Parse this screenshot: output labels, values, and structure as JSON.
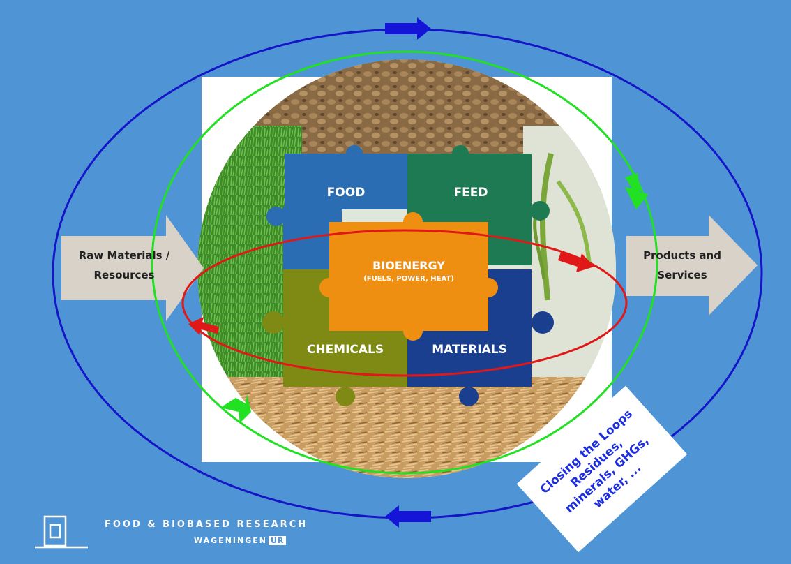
{
  "diagram": {
    "left_arrow": {
      "line1": "Raw Materials  /",
      "line2": "Resources"
    },
    "right_arrow": {
      "line1": "Products and",
      "line2": "Services"
    },
    "puzzle": {
      "food": "FOOD",
      "feed": "FEED",
      "bioenergy": "BIOENERGY",
      "bioenergy_sub": "(FUELS, POWER, HEAT)",
      "chemicals": "CHEMICALS",
      "materials": "MATERIALS"
    },
    "closing_note": {
      "line1": "Closing the Loops",
      "line2": "Residues,",
      "line3": "minerals, GHGs,",
      "line4": "water, ..."
    },
    "logo": {
      "org": "FOOD & BIOBASED RESEARCH",
      "uni": "WAGENINGEN",
      "uni_suffix": "UR"
    }
  },
  "colors": {
    "background": "#4f95d6",
    "outer_loop": "#1515c8",
    "middle_loop": "#22e022",
    "inner_loop": "#e01818",
    "food": "#2a6db3",
    "feed": "#1e7a52",
    "bioenergy": "#ef8f12",
    "chemicals": "#7f8a14",
    "materials": "#1b3f8f",
    "side_arrow": "#d8d2c8"
  }
}
